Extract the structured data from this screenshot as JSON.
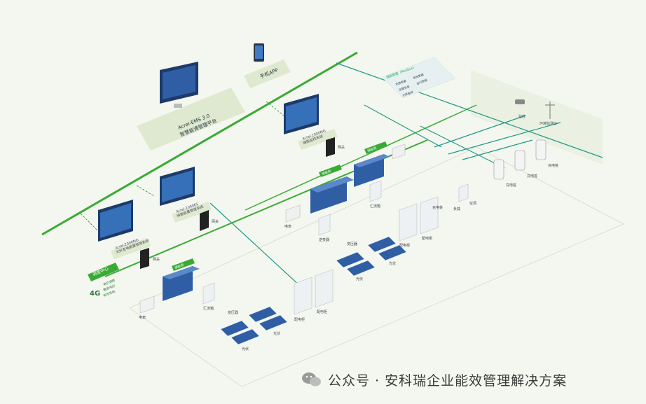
{
  "platform": {
    "line1": "Acrel-EMS 3.0",
    "line2": "智慧能源管理平台"
  },
  "mobile_app": {
    "label": "手机APP"
  },
  "dispatch": {
    "label": "调度中心",
    "signal": "4G",
    "items": [
      "电价调度",
      "需求响应",
      "有序充电"
    ]
  },
  "sub_systems": [
    {
      "line1": "Acrel-2000MG",
      "line2": "光伏发电能量管理系统"
    },
    {
      "line1": "Acrel-2000ES",
      "line2": "储能能量管理系统"
    },
    {
      "line1": "Acrel-2000MG",
      "line2": "储能监控系统"
    }
  ],
  "network_labels": [
    "网关",
    "网关",
    "网关"
  ],
  "storage_labels": [
    "储能柜",
    "储能柜",
    "储能柜"
  ],
  "equipment": {
    "meter_labels": [
      "电表",
      "电表"
    ],
    "inverter_labels": [
      "汇流箱",
      "逆变器",
      "汇流箱"
    ],
    "panel_labels": [
      "光伏",
      "光伏",
      "光伏",
      "光伏"
    ],
    "cabinet_labels": [
      "配电柜",
      "配电柜",
      "配电柜",
      "配电柜"
    ],
    "ups_labels": [
      "变压器",
      "变压器"
    ],
    "misc_labels": [
      "充电桩",
      "负载",
      "空调"
    ]
  },
  "chargers": {
    "labels": [
      "充电桩",
      "充电桩",
      "充电桩"
    ]
  },
  "camera": {
    "label": "监控"
  },
  "weather": {
    "label": "环境监测仪"
  },
  "info_box": {
    "title": "储能数据（Modbus）",
    "items": [
      "充放电量",
      "电池数据",
      "告警信息",
      "运行数据",
      "功率曲线"
    ]
  },
  "watermark": {
    "text": "公众号 · 安科瑞企业能效管理解决方案"
  },
  "colors": {
    "bus": "#3aaa35",
    "link": "#1f9a8a",
    "panel": "#dfe9cf",
    "accent": "#2f7a3a"
  }
}
